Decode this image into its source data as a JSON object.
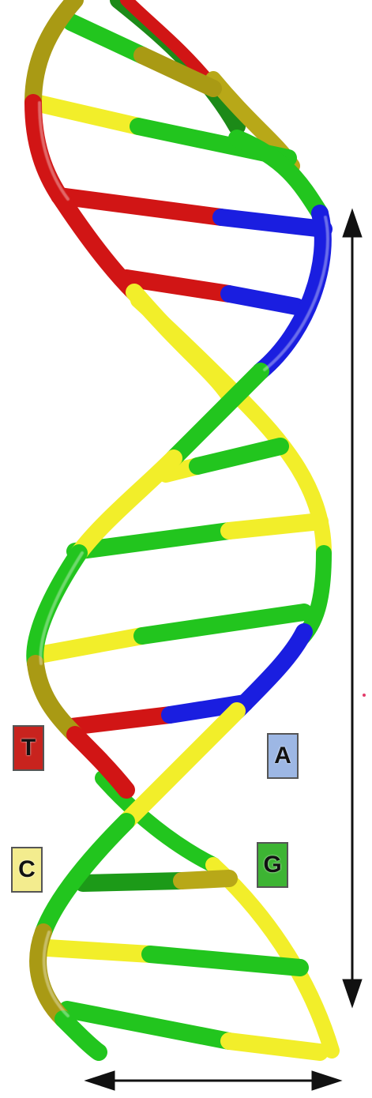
{
  "colors": {
    "background": "#ffffff",
    "red": "#d11515",
    "blue": "#1a1ee0",
    "green": "#22c51e",
    "yellow": "#f2ee2a",
    "olive": "#a99a14",
    "arrow": "#111111"
  },
  "legend": [
    {
      "letter": "T",
      "color": "#c8231e"
    },
    {
      "letter": "A",
      "color": "#9db7e4"
    },
    {
      "letter": "C",
      "color": "#f3ec8e"
    },
    {
      "letter": "G",
      "color": "#3db433"
    }
  ]
}
